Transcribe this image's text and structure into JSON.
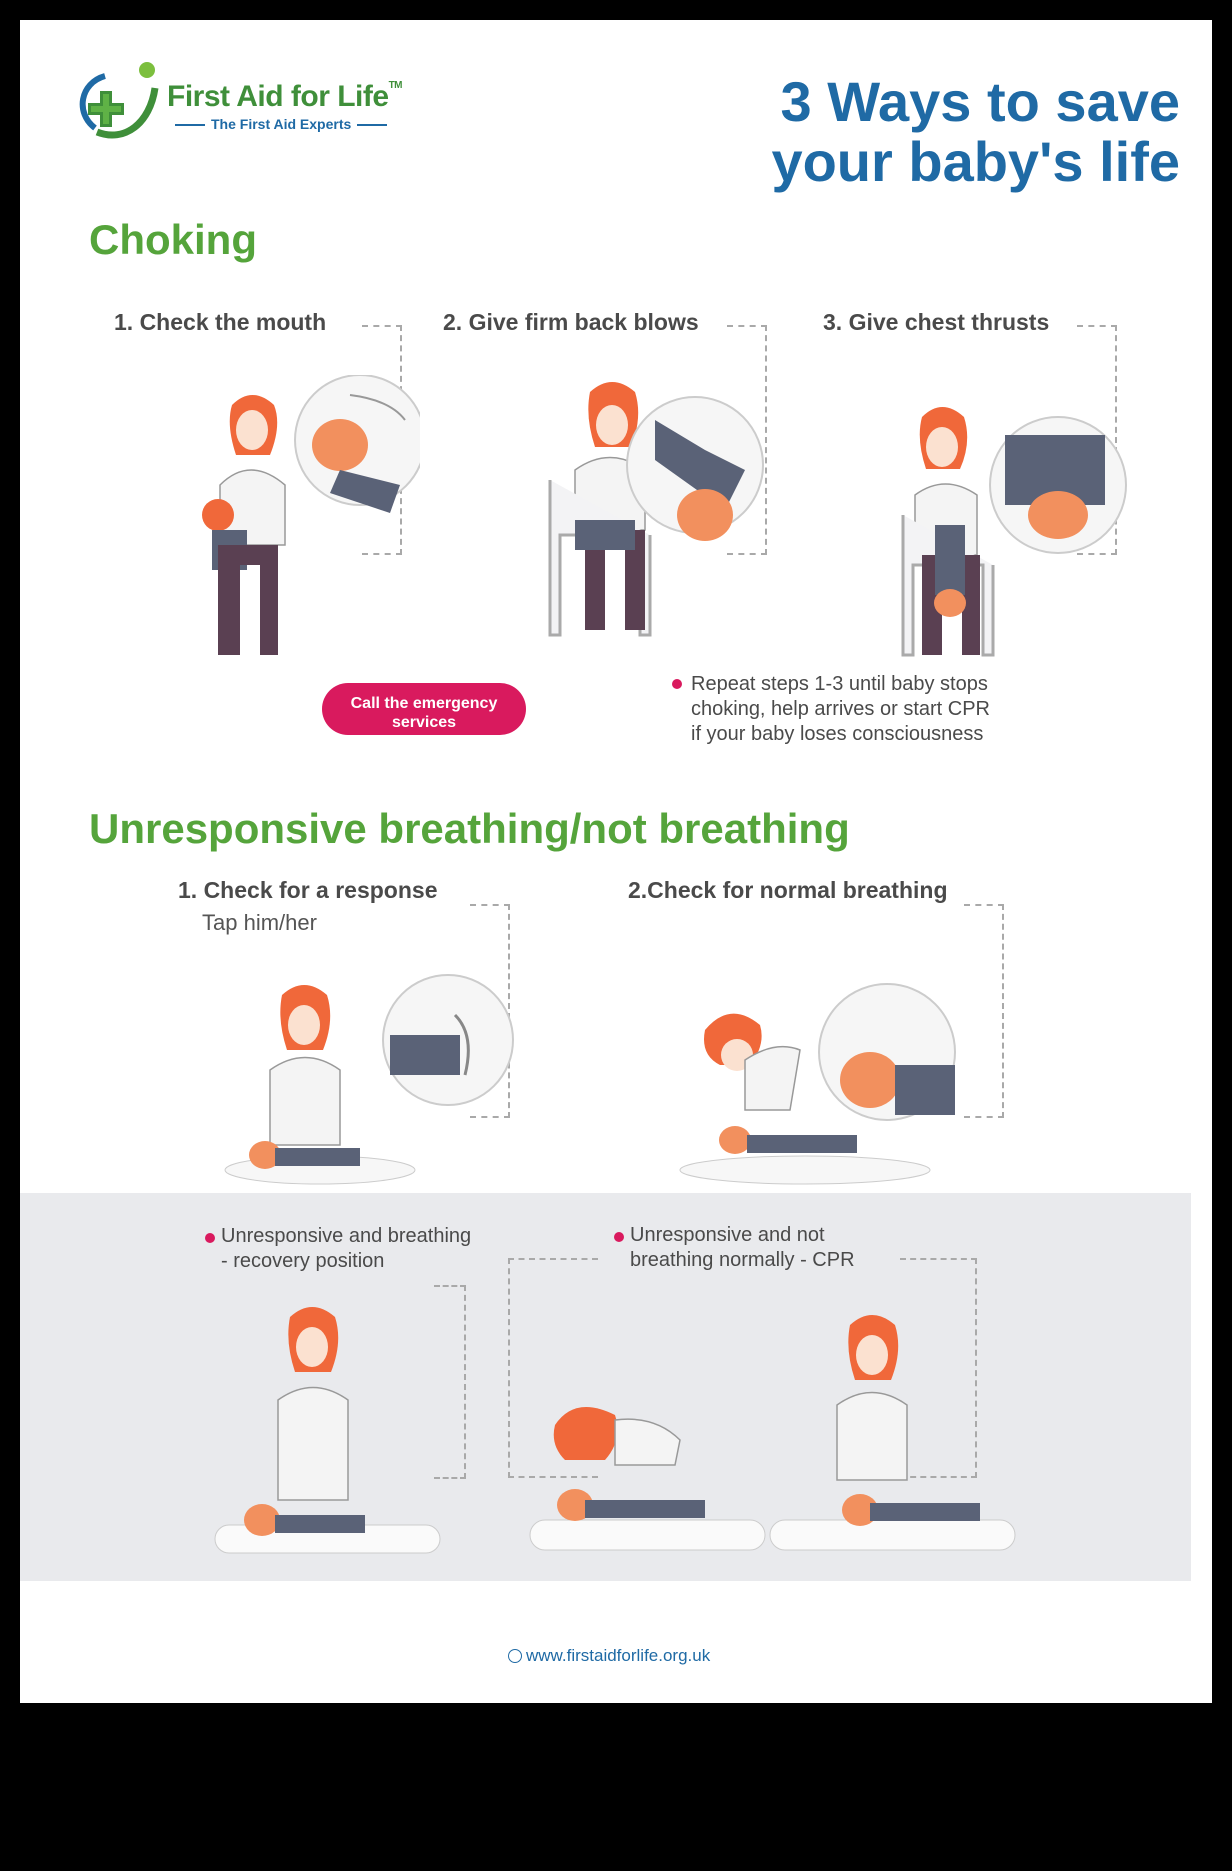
{
  "brand": {
    "name": "First Aid for Life",
    "tm": "TM",
    "tagline": "The First Aid Experts"
  },
  "title": {
    "line1": "3 Ways to save",
    "line2": "your baby's life"
  },
  "choking": {
    "heading": "Choking",
    "steps": [
      {
        "label": "1. Check the mouth"
      },
      {
        "label": "2. Give firm back blows"
      },
      {
        "label": "3. Give chest thrusts"
      }
    ],
    "call_button": {
      "line1": "Call the emergency",
      "line2": "services"
    },
    "repeat_note": {
      "line1": "Repeat steps 1-3 until baby stops",
      "line2": "choking, help arrives or start CPR",
      "line3": "if your baby loses consciousness"
    }
  },
  "unresponsive": {
    "heading": "Unresponsive breathing/not breathing",
    "steps": [
      {
        "label": "1. Check for a response",
        "sub": "Tap him/her"
      },
      {
        "label": "2.Check for normal breathing"
      }
    ],
    "outcomes": [
      {
        "line1": "Unresponsive and breathing",
        "line2": "- recovery position"
      },
      {
        "line1": "Unresponsive and not",
        "line2": "breathing normally - CPR"
      }
    ]
  },
  "footer": {
    "url": "www.firstaidforlife.org.uk"
  },
  "colors": {
    "green": "#55a43b",
    "blue": "#1f6aa5",
    "pink": "#d91a5e",
    "band": "#e9eaed"
  }
}
